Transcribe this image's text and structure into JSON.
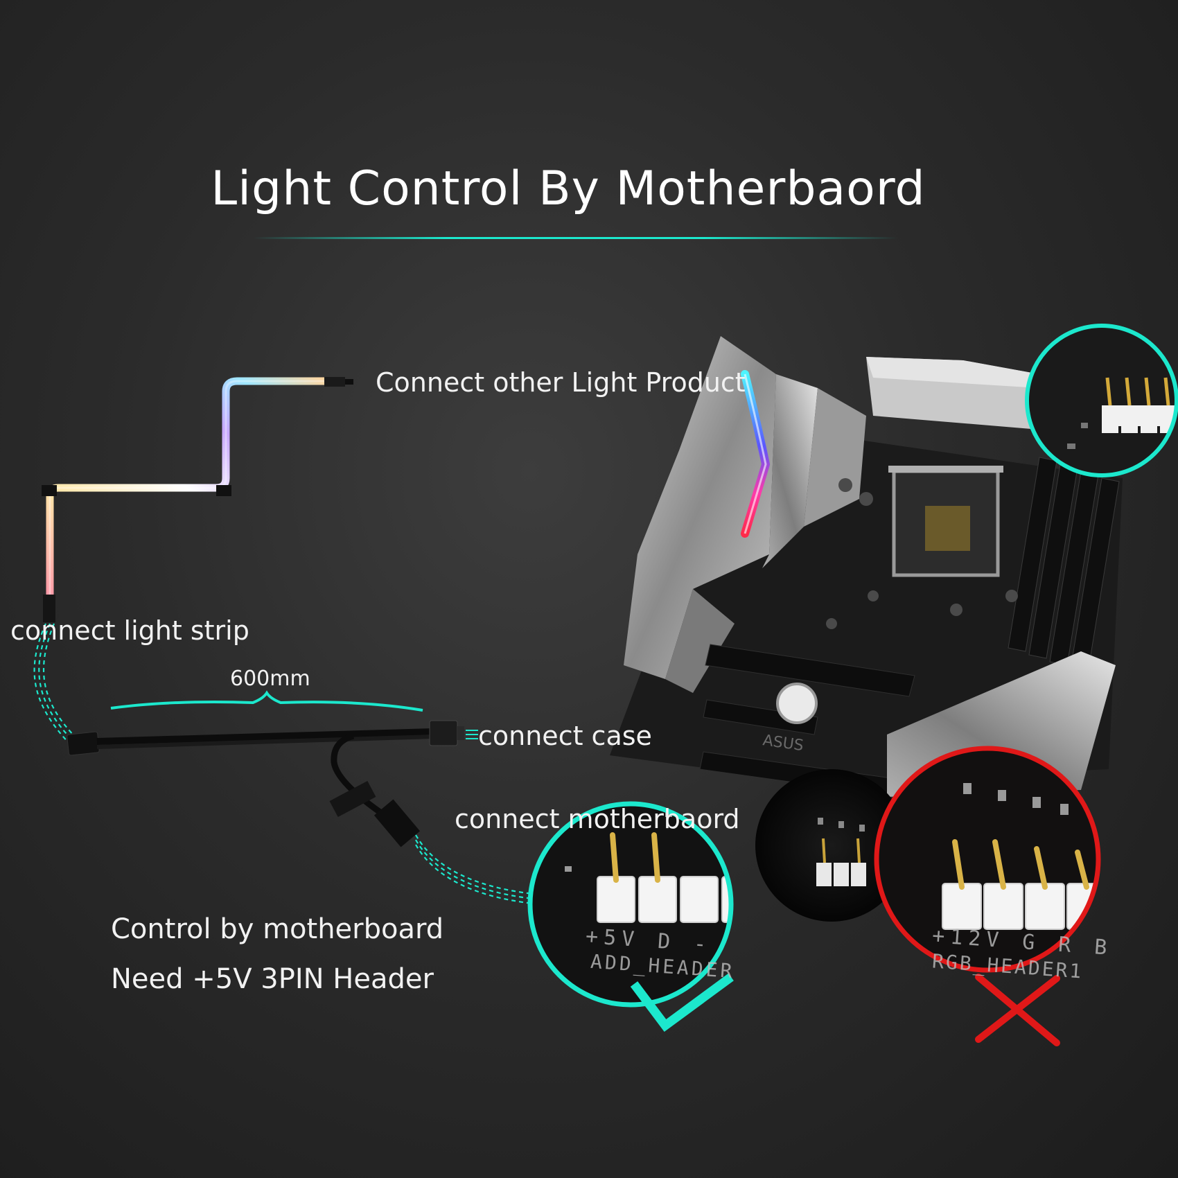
{
  "title": "Light Control By Motherbaord",
  "labels": {
    "connect_other": "Connect other Light Product",
    "connect_strip": "connect light strip",
    "length": "600mm",
    "connect_case": "connect case",
    "connect_motherboard": "connect motherbaord",
    "control_line1": "Control by motherboard",
    "control_line2": "Need +5V 3PIN Header"
  },
  "magnifiers": {
    "good": {
      "pins": "+5V D  -",
      "header": "ADD_HEADER",
      "mark": "checkmark-icon",
      "ring_color": "#1ce8cd"
    },
    "bad": {
      "pins": "+12V G R B",
      "header": "RGB_HEADER1",
      "mark": "cross-icon",
      "ring_color": "#e01818"
    }
  },
  "brand": "ASUS",
  "colors": {
    "accent": "#1ce8cd",
    "error": "#e01818",
    "background": "#2b2b2b"
  }
}
